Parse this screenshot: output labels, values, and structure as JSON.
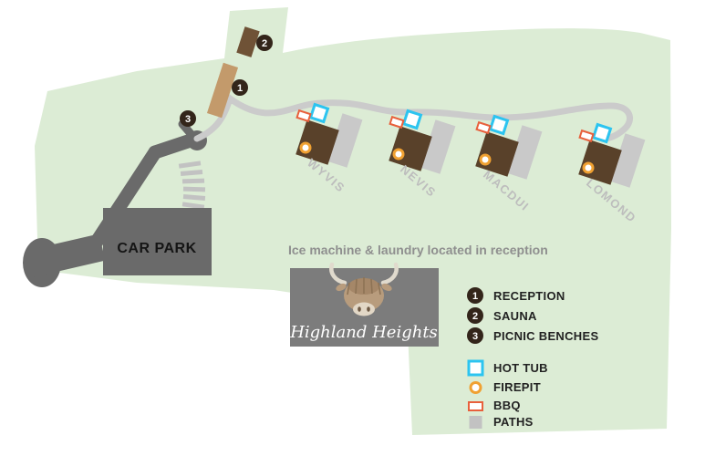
{
  "map": {
    "car_park_label": "CAR PARK",
    "cabins": [
      {
        "name": "WYVIS"
      },
      {
        "name": "NEVIS"
      },
      {
        "name": "MACDUI"
      },
      {
        "name": "LOMOND"
      }
    ],
    "markers": [
      {
        "number": "1",
        "label": "RECEPTION"
      },
      {
        "number": "2",
        "label": "SAUNA"
      },
      {
        "number": "3",
        "label": "PICNIC BENCHES"
      }
    ]
  },
  "notes": {
    "info_text": "Ice machine & laundry located in reception"
  },
  "brand": {
    "name": "Highland Heights"
  },
  "legend": {
    "symbols": [
      {
        "icon": "hot-tub-icon",
        "label": "HOT TUB"
      },
      {
        "icon": "firepit-icon",
        "label": "FIREPIT"
      },
      {
        "icon": "bbq-icon",
        "label": "BBQ"
      },
      {
        "icon": "paths-icon",
        "label": "PATHS"
      }
    ]
  },
  "colors": {
    "site_green": "#dcecd5",
    "footpath_gray": "#c9c9c9",
    "road_dark": "#6a6a6a",
    "cabin_brown": "#59412a",
    "reception_tan": "#c39a6b",
    "sauna_brown": "#6f5236",
    "marker_dark": "#33251a",
    "hot_tub_cyan": "#2cc4f0",
    "firepit_orange": "#f0a132",
    "bbq_orange": "#e8603c",
    "brand_box_gray": "#7c7c7c"
  }
}
